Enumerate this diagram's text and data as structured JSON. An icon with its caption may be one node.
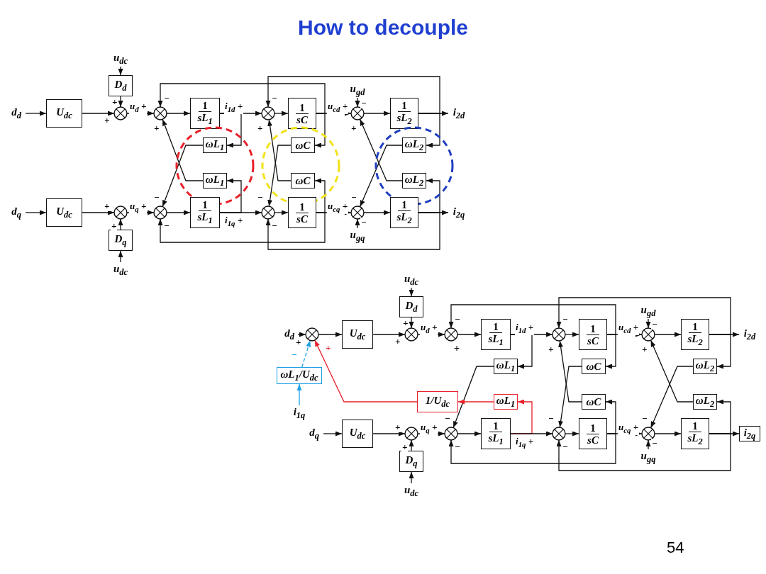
{
  "diagram": {
    "title": "How to decouple",
    "nodes": [
      {
        "text": [
          "d$_{d}$"
        ]
      },
      {
        "text": [
          "U$_{dc}$"
        ]
      },
      {
        "text": [
          "u$_{dc}$"
        ]
      },
      {
        "text": [
          "D$_{d}$"
        ]
      },
      {
        "text": [],
        "shape": "circle"
      },
      {
        "text": [],
        "shape": "circle"
      },
      {
        "text": [
          "1",
          "sL$_{1}$"
        ]
      },
      {
        "text": [],
        "shape": "circle"
      },
      {
        "text": [
          "1",
          "sC"
        ]
      },
      {
        "text": [
          "u$_{gd}$"
        ]
      },
      {
        "text": [],
        "shape": "circle"
      },
      {
        "text": [
          "1",
          "sL$_{2}$"
        ]
      },
      {
        "text": [
          "i$_{2d}$"
        ]
      },
      {
        "text": [],
        "shape": "circle"
      },
      {
        "text": [
          "ωL$_{1}$"
        ],
        "in": 13
      },
      {
        "text": [
          "ωL$_{1}$"
        ],
        "in": 13
      },
      {
        "text": [],
        "shape": "circle"
      },
      {
        "text": [
          "ωC"
        ],
        "in": 16
      },
      {
        "text": [
          "ωC"
        ],
        "in": 16
      },
      {
        "text": [],
        "shape": "circle"
      },
      {
        "text": [
          "ωL$_{2}$"
        ],
        "in": 19
      },
      {
        "text": [
          "ωL$_{2}$"
        ],
        "in": 19
      },
      {
        "text": [
          "d$_{q}$"
        ]
      },
      {
        "text": [
          "U$_{dc}$"
        ]
      },
      {
        "text": [],
        "shape": "circle"
      },
      {
        "text": [
          "D$_{q}$"
        ]
      },
      {
        "text": [
          "u$_{dc}$"
        ]
      },
      {
        "text": [],
        "shape": "circle"
      },
      {
        "text": [
          "1",
          "sL$_{1}$"
        ]
      },
      {
        "text": [],
        "shape": "circle"
      },
      {
        "text": [
          "1",
          "sC"
        ]
      },
      {
        "text": [],
        "shape": "circle"
      },
      {
        "text": [
          "u$_{gq}$"
        ]
      },
      {
        "text": [
          "1",
          "sL$_{2}$"
        ]
      },
      {
        "text": [
          "i$_{2q}$"
        ]
      },
      {
        "text": [
          "d$_{d}$"
        ]
      },
      {
        "text": [],
        "shape": "circle"
      },
      {
        "text": [
          "U$_{dc}$"
        ]
      },
      {
        "text": [
          "u$_{dc}$"
        ]
      },
      {
        "text": [
          "D$_{d}$"
        ]
      },
      {
        "text": [],
        "shape": "circle"
      },
      {
        "text": [],
        "shape": "circle"
      },
      {
        "text": [
          "1",
          "sL$_{1}$"
        ]
      },
      {
        "text": [],
        "shape": "circle"
      },
      {
        "text": [
          "1",
          "sC"
        ]
      },
      {
        "text": [
          "u$_{gd}$"
        ]
      },
      {
        "text": [],
        "shape": "circle"
      },
      {
        "text": [
          "1",
          "sL$_{2}$"
        ]
      },
      {
        "text": [
          "i$_{2d}$"
        ]
      },
      {
        "text": [
          "ωL$_{1}$"
        ]
      },
      {
        "text": [
          "ωC"
        ]
      },
      {
        "text": [
          "ωL$_{2}$"
        ]
      },
      {
        "text": [
          "ωL$_{1}$/U$_{dc}$"
        ]
      },
      {
        "text": [
          "i$_{1q}$"
        ]
      },
      {
        "text": [
          "1/U$_{dc}$"
        ]
      },
      {
        "text": [
          "ωL$_{1}$"
        ]
      },
      {
        "text": [
          "ωC"
        ]
      },
      {
        "text": [
          "ωL$_{2}$"
        ]
      },
      {
        "text": [
          "d$_{q}$"
        ]
      },
      {
        "text": [
          "U$_{dc}$"
        ]
      },
      {
        "text": [],
        "shape": "circle"
      },
      {
        "text": [],
        "shape": "circle"
      },
      {
        "text": [
          "1",
          "sL$_{1}$"
        ]
      },
      {
        "text": [],
        "shape": "circle"
      },
      {
        "text": [
          "1",
          "sC"
        ]
      },
      {
        "text": [],
        "shape": "circle"
      },
      {
        "text": [
          "1",
          "sL$_{2}$"
        ]
      },
      {
        "text": [
          "i$_{2q}$"
        ]
      },
      {
        "text": [
          "D$_{q}$"
        ]
      },
      {
        "text": [
          "u$_{dc}$"
        ]
      },
      {
        "text": [
          "u$_{gq}$"
        ]
      }
    ],
    "edges": [
      {
        "from": 0,
        "to": 1,
        "arrow": "to"
      },
      {
        "from": 1,
        "to": 4,
        "arrow": "to",
        "label": "+"
      },
      {
        "from": 2,
        "to": 3,
        "arrow": "to"
      },
      {
        "from": 3,
        "to": 4,
        "arrow": "to",
        "label": "+"
      },
      {
        "from": 4,
        "to": 5,
        "arrow": "to",
        "label": "u$_{d}$ +"
      },
      {
        "from": 5,
        "to": 6,
        "arrow": "to"
      },
      {
        "from": 6,
        "to": 7,
        "arrow": "to",
        "label": "i$_{1d}$ +"
      },
      {
        "from": 6,
        "to": 14,
        "arrow": "to"
      },
      {
        "from": 14,
        "to": 27,
        "arrow": "to",
        "label": "−"
      },
      {
        "from": 15,
        "to": 5,
        "arrow": "to",
        "label": "+"
      },
      {
        "from": 28,
        "to": 15,
        "arrow": "to"
      },
      {
        "from": 7,
        "to": 8,
        "arrow": "to"
      },
      {
        "from": 8,
        "to": 10,
        "arrow": "to",
        "label": "u$_{cd}$ +"
      },
      {
        "from": 8,
        "to": 5,
        "arrow": "to",
        "label": "−"
      },
      {
        "from": 11,
        "to": 7,
        "arrow": "to",
        "label": "−"
      },
      {
        "from": 8,
        "to": 17,
        "arrow": "to"
      },
      {
        "from": 17,
        "to": 29,
        "arrow": "to",
        "label": "−"
      },
      {
        "from": 18,
        "to": 7,
        "arrow": "to",
        "label": "+"
      },
      {
        "from": 30,
        "to": 18,
        "arrow": "to"
      },
      {
        "from": 9,
        "to": 10,
        "arrow": "to",
        "label": "−"
      },
      {
        "from": 10,
        "to": 11,
        "arrow": "to"
      },
      {
        "from": 11,
        "to": 12,
        "arrow": "to"
      },
      {
        "from": 11,
        "to": 20,
        "arrow": "to"
      },
      {
        "from": 20,
        "to": 31,
        "arrow": "to",
        "label": "−"
      },
      {
        "from": 21,
        "to": 10,
        "arrow": "to",
        "label": "+"
      },
      {
        "from": 33,
        "to": 21,
        "arrow": "to"
      },
      {
        "from": 22,
        "to": 23,
        "arrow": "to"
      },
      {
        "from": 23,
        "to": 24,
        "arrow": "to",
        "label": "+"
      },
      {
        "from": 26,
        "to": 25,
        "arrow": "to"
      },
      {
        "from": 25,
        "to": 24,
        "arrow": "to",
        "label": "+"
      },
      {
        "from": 24,
        "to": 27,
        "arrow": "to",
        "label": "u$_{q}$ +"
      },
      {
        "from": 27,
        "to": 28,
        "arrow": "to"
      },
      {
        "from": 28,
        "to": 29,
        "arrow": "to",
        "label": "i$_{1q}$ +"
      },
      {
        "from": 29,
        "to": 30,
        "arrow": "to"
      },
      {
        "from": 30,
        "to": 31,
        "arrow": "to",
        "label": "u$_{cq}$ +"
      },
      {
        "from": 30,
        "to": 27,
        "arrow": "to",
        "label": "−"
      },
      {
        "from": 33,
        "to": 29,
        "arrow": "to",
        "label": "−"
      },
      {
        "from": 32,
        "to": 31,
        "arrow": "to",
        "label": "−"
      },
      {
        "from": 31,
        "to": 33,
        "arrow": "to"
      },
      {
        "from": 33,
        "to": 34,
        "arrow": "to"
      },
      {
        "from": 35,
        "to": 36,
        "arrow": "to",
        "label": "+"
      },
      {
        "from": 36,
        "to": 37,
        "arrow": "to"
      },
      {
        "from": 37,
        "to": 40,
        "arrow": "to",
        "label": "+"
      },
      {
        "from": 38,
        "to": 39,
        "arrow": "to"
      },
      {
        "from": 39,
        "to": 40,
        "arrow": "to",
        "label": "+"
      },
      {
        "from": 40,
        "to": 41,
        "arrow": "to",
        "label": "u$_{d}$ +"
      },
      {
        "from": 41,
        "to": 42,
        "arrow": "to"
      },
      {
        "from": 42,
        "to": 43,
        "arrow": "to",
        "label": "i$_{1d}$ +"
      },
      {
        "from": 42,
        "to": 49,
        "arrow": "to"
      },
      {
        "from": 49,
        "to": 61,
        "arrow": "to",
        "label": "−"
      },
      {
        "from": 43,
        "to": 44,
        "arrow": "to"
      },
      {
        "from": 44,
        "to": 46,
        "arrow": "to",
        "label": "u$_{cd}$ +"
      },
      {
        "from": 44,
        "to": 41,
        "arrow": "to",
        "label": "−"
      },
      {
        "from": 44,
        "to": 50,
        "arrow": "to"
      },
      {
        "from": 50,
        "to": 63,
        "arrow": "to",
        "label": "−"
      },
      {
        "from": 56,
        "to": 43,
        "arrow": "to",
        "label": "+"
      },
      {
        "from": 64,
        "to": 56,
        "arrow": "to"
      },
      {
        "from": 45,
        "to": 46,
        "arrow": "to",
        "label": "−"
      },
      {
        "from": 46,
        "to": 47,
        "arrow": "to"
      },
      {
        "from": 47,
        "to": 48,
        "arrow": "to"
      },
      {
        "from": 47,
        "to": 43,
        "arrow": "to",
        "label": "−"
      },
      {
        "from": 47,
        "to": 51,
        "arrow": "to"
      },
      {
        "from": 51,
        "to": 65,
        "arrow": "to",
        "label": "−"
      },
      {
        "from": 57,
        "to": 46,
        "arrow": "to",
        "label": "+"
      },
      {
        "from": 66,
        "to": 57,
        "arrow": "to"
      },
      {
        "from": 53,
        "to": 52,
        "arrow": "to",
        "color": "#1ea0e6"
      },
      {
        "from": 52,
        "to": 36,
        "arrow": "to",
        "label": "−",
        "style": "dashed",
        "color": "#1ea0e6"
      },
      {
        "from": 62,
        "to": 55,
        "arrow": "to",
        "color": "#e8202a"
      },
      {
        "from": 55,
        "to": 54,
        "arrow": "to",
        "color": "#e8202a"
      },
      {
        "from": 54,
        "to": 36,
        "arrow": "to",
        "label": "+",
        "color": "#e8202a"
      },
      {
        "from": 58,
        "to": 59,
        "arrow": "to"
      },
      {
        "from": 59,
        "to": 60,
        "arrow": "to",
        "label": "+"
      },
      {
        "from": 69,
        "to": 68,
        "arrow": "to"
      },
      {
        "from": 68,
        "to": 60,
        "arrow": "to",
        "label": "+"
      },
      {
        "from": 60,
        "to": 61,
        "arrow": "to",
        "label": "u$_{q}$ +"
      },
      {
        "from": 61,
        "to": 62,
        "arrow": "to"
      },
      {
        "from": 62,
        "to": 63,
        "arrow": "to",
        "label": "i$_{1q}$ +"
      },
      {
        "from": 63,
        "to": 64,
        "arrow": "to"
      },
      {
        "from": 64,
        "to": 65,
        "arrow": "to",
        "label": "u$_{cq}$ +"
      },
      {
        "from": 64,
        "to": 61,
        "arrow": "to",
        "label": "−"
      },
      {
        "from": 66,
        "to": 63,
        "arrow": "to",
        "label": "−"
      },
      {
        "from": 70,
        "to": 65,
        "arrow": "to",
        "label": "−"
      },
      {
        "from": 65,
        "to": 66,
        "arrow": "to"
      },
      {
        "from": 66,
        "to": 67,
        "arrow": "to"
      }
    ],
    "labels": [
      "+",
      "54"
    ]
  }
}
